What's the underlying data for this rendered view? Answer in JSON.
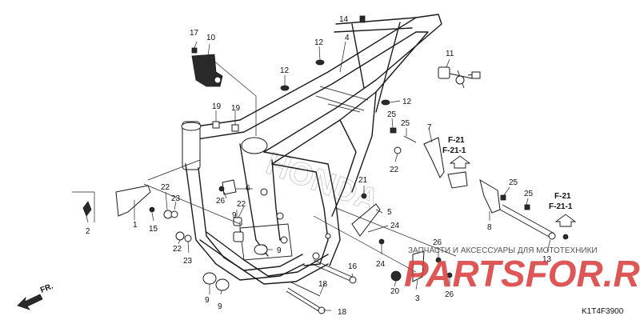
{
  "diagram": {
    "parts": [
      "1",
      "2",
      "3",
      "4",
      "5",
      "6",
      "7",
      "8",
      "9",
      "10",
      "11",
      "12",
      "13",
      "14",
      "15",
      "16",
      "17",
      "18",
      "19",
      "20",
      "21",
      "22",
      "23",
      "24",
      "25",
      "26"
    ],
    "references": {
      "f21": "F-21",
      "f21_1": "F-21-1"
    },
    "front_label": "FR.",
    "diagram_code": "K1T4F3900",
    "watermark": {
      "tagline": "ЗАПЧАСТИ И АКСЕССУАРЫ ДЛЯ МОТОТЕХНИКИ",
      "logo": "PARTSFOR.RU"
    }
  }
}
